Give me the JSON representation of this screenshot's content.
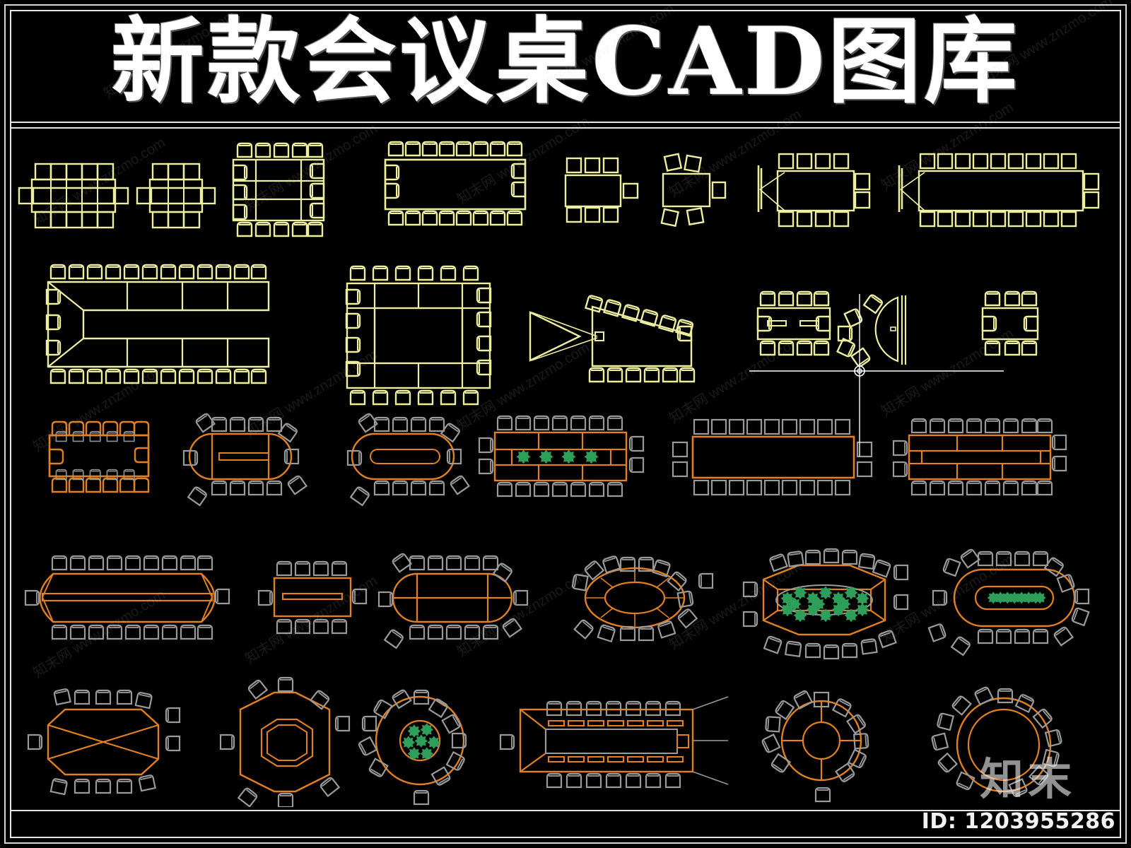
{
  "document": {
    "title": "新款会议桌CAD图库",
    "id_label": "ID: 1203955286",
    "watermark_text": "知末网 www.znzmo.com",
    "watermark_logo": "知末",
    "background_color": "#000000",
    "frame_color": "#e6e6e6"
  },
  "palette": {
    "yellow": "#eeeea0",
    "orange": "#e08020",
    "grey": "#9a9a9a",
    "green": "#2e9e5b",
    "white": "#ffffff",
    "background": "#000000"
  },
  "drawing": {
    "kind": "cad-block-library",
    "subject": "conference tables (会议桌) plan-view blocks",
    "row_count": 5,
    "block_count": 32,
    "rows": [
      {
        "row": 1,
        "layer_color": "yellow",
        "blocks": [
          {
            "name": "rect-table-10-seat-split",
            "seats": 12,
            "shape": "rectangular",
            "note": "split top/bottom chair banks"
          },
          {
            "name": "rect-table-6-seat-split",
            "seats": 8,
            "shape": "rectangular",
            "note": "small split chair banks"
          },
          {
            "name": "rect-table-center-slab-14-seat",
            "seats": 16,
            "shape": "rectangular",
            "note": "three-band tabletop"
          },
          {
            "name": "rect-table-large-20-seat",
            "seats": 20,
            "shape": "rectangular",
            "note": "plain large boardroom"
          },
          {
            "name": "rect-table-6-seat-head",
            "seats": 7,
            "shape": "rectangular",
            "note": "one head chair"
          },
          {
            "name": "rect-table-angled-chairs",
            "seats": 5,
            "shape": "rectangular",
            "note": "rotated chair symbols"
          },
          {
            "name": "table-with-projector-screen-12-seat",
            "seats": 12,
            "shape": "rectangular",
            "note": "screen + sight lines"
          },
          {
            "name": "table-with-projector-screen-22-seat",
            "seats": 22,
            "shape": "rectangular",
            "note": "screen + sight lines"
          }
        ]
      },
      {
        "row": 2,
        "layer_color": "yellow",
        "blocks": [
          {
            "name": "u-shape-table-27-seat",
            "seats": 27,
            "shape": "u-shaped",
            "note": "open-end U arrangement"
          },
          {
            "name": "hollow-square-table-20-seat",
            "seats": 20,
            "shape": "hollow-square",
            "note": "boardroom ring"
          },
          {
            "name": "trapezoid-table-projector-13-seat",
            "seats": 13,
            "shape": "trapezoid",
            "note": "projector cone"
          },
          {
            "name": "rect-table-inset-10-seat",
            "seats": 10,
            "shape": "rectangular",
            "note": "twin inset panels"
          },
          {
            "name": "semi-circle-table-6-seat",
            "seats": 6,
            "shape": "semi-circular",
            "note": "fan chairs + screen"
          },
          {
            "name": "rect-table-8-seat-small",
            "seats": 8,
            "shape": "rectangular",
            "note": "compact meeting"
          }
        ]
      },
      {
        "row": 3,
        "layer_color": "orange",
        "blocks": [
          {
            "name": "rect-table-orange-14-seat",
            "seats": 14,
            "shape": "rectangular",
            "note": "orange chairs with grey arms"
          },
          {
            "name": "oval-table-grey-chairs-16-seat",
            "seats": 16,
            "shape": "oval",
            "note": "centre runner"
          },
          {
            "name": "stadium-table-18-seat",
            "seats": 18,
            "shape": "stadium",
            "note": "rounded-end oval"
          },
          {
            "name": "rect-table-planters-20-seat",
            "seats": 20,
            "shape": "rectangular",
            "note": "4 green planters"
          },
          {
            "name": "rect-table-outline-22-seat",
            "seats": 22,
            "shape": "rectangular",
            "note": "grey square chairs"
          },
          {
            "name": "rect-table-centre-rail-20-seat",
            "seats": 20,
            "shape": "rectangular",
            "note": "long centre rail"
          }
        ]
      },
      {
        "row": 4,
        "layer_color": "orange",
        "blocks": [
          {
            "name": "lens-table-20-seat",
            "seats": 20,
            "shape": "lens",
            "note": "pointed ends, centre rail"
          },
          {
            "name": "rect-table-rail-10-seat",
            "seats": 10,
            "shape": "rectangular",
            "note": "single centre rail"
          },
          {
            "name": "stadium-table-centre-panel-20-seat",
            "seats": 20,
            "shape": "stadium",
            "note": "panel divider"
          },
          {
            "name": "ellipse-table-radial-18-seat",
            "seats": 18,
            "shape": "elliptical",
            "note": "radial spokes"
          },
          {
            "name": "hex-table-planter-bed-18-seat",
            "seats": 18,
            "shape": "hexagonal",
            "note": "dense green planter bed"
          },
          {
            "name": "stadium-table-planter-strip-20-seat",
            "seats": 20,
            "shape": "stadium",
            "note": "green planter strip"
          }
        ]
      },
      {
        "row": 5,
        "layer_color": "orange",
        "blocks": [
          {
            "name": "hex-table-10-seat",
            "seats": 10,
            "shape": "hexagonal",
            "note": "chamfered corners"
          },
          {
            "name": "octagon-table-8-seat",
            "seats": 8,
            "shape": "octagonal",
            "note": "double octagon ring"
          },
          {
            "name": "round-table-planter-14-seat",
            "seats": 14,
            "shape": "round",
            "note": "green centre planter"
          },
          {
            "name": "long-conference-table-24-seat",
            "seats": 24,
            "shape": "rectangular",
            "note": "seat pads + sight lines"
          },
          {
            "name": "round-table-cross-16-seat",
            "seats": 16,
            "shape": "round",
            "note": "cross-braced inner ring"
          },
          {
            "name": "round-table-double-ring-18-seat",
            "seats": 18,
            "shape": "round",
            "note": "double concentric ring"
          }
        ]
      }
    ]
  }
}
